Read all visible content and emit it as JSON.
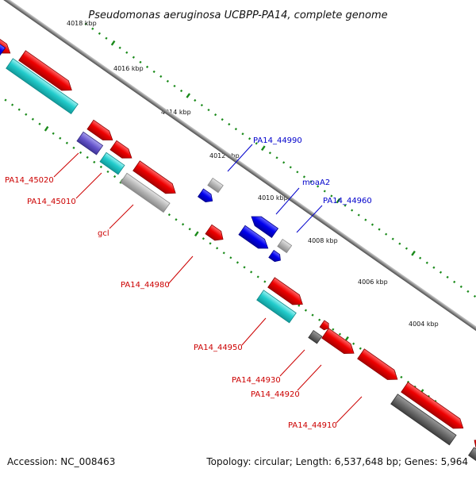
{
  "title": "Pseudomonas aeruginosa UCBPP-PA14, complete genome",
  "footer": {
    "accession": "Accession: NC_008463",
    "topology": "Topology: circular; Length: 6,537,648 bp; Genes: 5,964"
  },
  "colors": {
    "forward_cds": "#ee0000",
    "reverse_cds": "#0000ee",
    "backbone": "#888888",
    "tick_dots": "#1a8a1a",
    "ribosomal": "#22cccc",
    "other_gray": "#aaaaaa",
    "purple": "#6655cc"
  },
  "ruler_ticks": [
    "4018 kbp",
    "4016 kbp",
    "4014 kbp",
    "4012 kbp",
    "4010 kbp",
    "4008 kbp",
    "4006 kbp",
    "4004 kbp"
  ],
  "gene_labels": {
    "blue": [
      "PA14_44990",
      "moaA2",
      "PA14_44960"
    ],
    "red": [
      "PA14_45020",
      "PA14_45010",
      "gcl",
      "PA14_44980",
      "PA14_44950",
      "PA14_44930",
      "PA14_44920",
      "PA14_44910"
    ]
  }
}
